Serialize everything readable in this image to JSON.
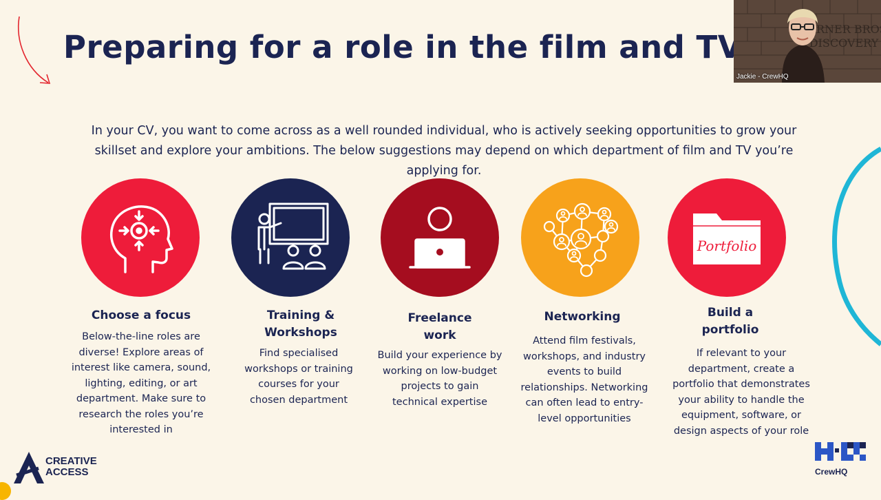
{
  "slide": {
    "title": "Preparing for a role in the film and TV ind",
    "intro": "In your CV, you want to come across as a well rounded individual, who is actively seeking opportunities to grow your skillset and explore your ambitions. The below suggestions may depend on which department of film and TV you’re applying for.",
    "colors": {
      "background": "#fbf5e8",
      "navy": "#1b2452",
      "red": "#ee1c3a",
      "dark_red": "#a50d1f",
      "orange": "#f7a21b",
      "teal": "#1fb6d6"
    }
  },
  "cards": [
    {
      "title": "Choose a focus",
      "description": "Below-the-line roles are diverse! Explore areas of interest like camera, sound, lighting, editing, or art department. Make sure to research the roles you’re interested in",
      "icon": "head-focus-icon",
      "color": "#ee1c3a"
    },
    {
      "title": "Training & Workshops",
      "description": "Find specialised workshops or training courses for your chosen department",
      "icon": "presentation-icon",
      "color": "#1b2452"
    },
    {
      "title": "Freelance work",
      "description": "Build your experience by working on low-budget projects to gain technical expertise",
      "icon": "laptop-user-icon",
      "color": "#a50d1f"
    },
    {
      "title": "Networking",
      "description": "Attend film festivals, workshops, and industry events to build relationships. Networking can often lead to entry-level opportunities",
      "icon": "network-icon",
      "color": "#f7a21b"
    },
    {
      "title": "Build a portfolio",
      "description": "If relevant to your department, create a portfolio that demonstrates your ability to handle the equipment, software, or design aspects of your role",
      "icon": "portfolio-folder-icon",
      "folder_label": "Portfolio",
      "color": "#ee1c3a"
    }
  ],
  "webcam": {
    "participant_name": "Jackie - CrewHQ"
  },
  "logos": {
    "creative_access": "CREATIVE ACCESS",
    "crewhq": "CrewHQ"
  }
}
